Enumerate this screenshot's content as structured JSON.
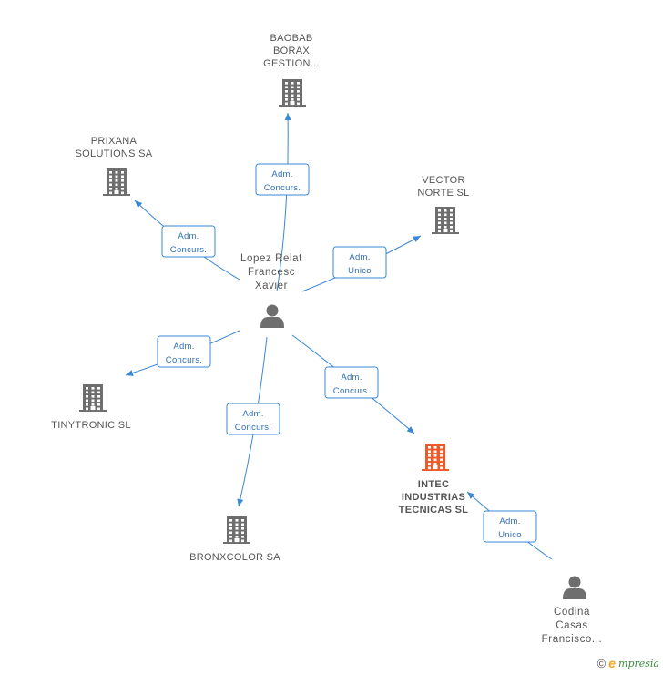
{
  "colors": {
    "edge": "#3a87d6",
    "building": "#6e6e6e",
    "building_main": "#f05a28",
    "person": "#6e6e6e"
  },
  "nodes": [
    {
      "id": "lopez",
      "type": "person",
      "icon": "person-icon",
      "lines": [
        "Lopez Relat",
        "Francesc",
        "Xavier"
      ]
    },
    {
      "id": "baobab",
      "type": "company",
      "icon": "building-icon",
      "lines": [
        "BAOBAB",
        "BORAX",
        "GESTION..."
      ]
    },
    {
      "id": "prixana",
      "type": "company",
      "icon": "building-icon",
      "lines": [
        "PRIXANA",
        "SOLUTIONS SA"
      ]
    },
    {
      "id": "vector",
      "type": "company",
      "icon": "building-icon",
      "lines": [
        "VECTOR",
        "NORTE SL"
      ]
    },
    {
      "id": "tinytronic",
      "type": "company",
      "icon": "building-icon",
      "lines": [
        "TINYTRONIC SL"
      ]
    },
    {
      "id": "bronxcolor",
      "type": "company",
      "icon": "building-icon",
      "lines": [
        "BRONXCOLOR SA"
      ]
    },
    {
      "id": "intec",
      "type": "company-main",
      "icon": "building-icon",
      "lines": [
        "INTEC",
        "INDUSTRIAS",
        "TECNICAS SL"
      ]
    },
    {
      "id": "codina",
      "type": "person",
      "icon": "person-icon",
      "lines": [
        "Codina",
        "Casas",
        "Francisco..."
      ]
    }
  ],
  "edges": [
    {
      "from": "lopez",
      "to": "baobab",
      "label": [
        "Adm.",
        "Concurs."
      ]
    },
    {
      "from": "lopez",
      "to": "prixana",
      "label": [
        "Adm.",
        "Concurs."
      ]
    },
    {
      "from": "lopez",
      "to": "vector",
      "label": [
        "Adm.",
        "Unico"
      ]
    },
    {
      "from": "lopez",
      "to": "tinytronic",
      "label": [
        "Adm.",
        "Concurs."
      ]
    },
    {
      "from": "lopez",
      "to": "bronxcolor",
      "label": [
        "Adm.",
        "Concurs."
      ]
    },
    {
      "from": "lopez",
      "to": "intec",
      "label": [
        "Adm.",
        "Concurs."
      ]
    },
    {
      "from": "codina",
      "to": "intec",
      "label": [
        "Adm.",
        "Unico"
      ]
    }
  ],
  "brand": {
    "copyright": "©",
    "e": "e",
    "rest": "mpresia"
  }
}
